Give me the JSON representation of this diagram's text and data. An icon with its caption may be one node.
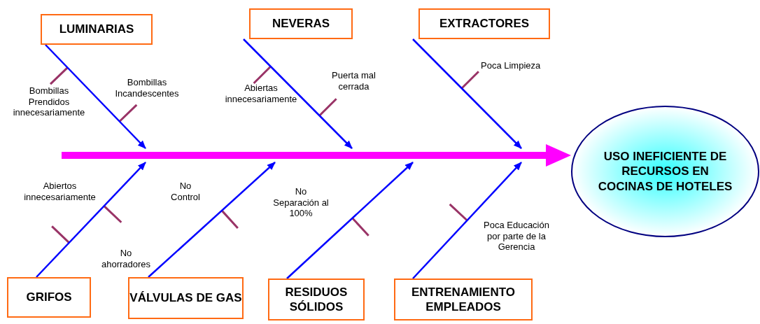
{
  "diagram": {
    "nodes": [
      {
        "text": [
          "LUMINARIAS"
        ]
      },
      {
        "text": [
          "NEVERAS"
        ]
      },
      {
        "text": [
          "EXTRACTORES"
        ]
      },
      {
        "text": [
          "USO INEFICIENTE DE RECURSOS EN COCINAS DE HOTELES"
        ]
      },
      {
        "text": [
          "GRIFOS"
        ]
      },
      {
        "text": [
          "VÁLVULAS DE GAS"
        ]
      },
      {
        "text": [
          "RESIDUOS SÓLIDOS"
        ]
      },
      {
        "text": [
          "ENTRENAMIENTO EMPLEADOS"
        ]
      }
    ],
    "edges": [
      {
        "from": 0,
        "to": null,
        "arrow": "to"
      },
      {
        "from": 1,
        "to": null,
        "arrow": "to"
      },
      {
        "from": 2,
        "to": null,
        "arrow": "to"
      },
      {
        "from": 4,
        "to": null,
        "arrow": "to"
      },
      {
        "from": 5,
        "to": null,
        "arrow": "to"
      },
      {
        "from": 6,
        "to": null,
        "arrow": "to"
      },
      {
        "from": 7,
        "to": null,
        "arrow": "to"
      },
      {
        "from": null,
        "to": 3,
        "arrow": "to",
        "style": "thick",
        "color": "#ff00ff"
      }
    ],
    "labels": [
      "Bombillas Prendidos innecesariamente",
      "Bombillas Incandescentes",
      "Abiertas innecesariamente",
      "Puerta mal cerrada",
      "Poca Limpieza",
      "Abiertos innecesariamente",
      "No Control",
      "No Separación al 100%",
      "No ahorradores",
      "Poca Educación por parte de la Gerencia"
    ]
  }
}
